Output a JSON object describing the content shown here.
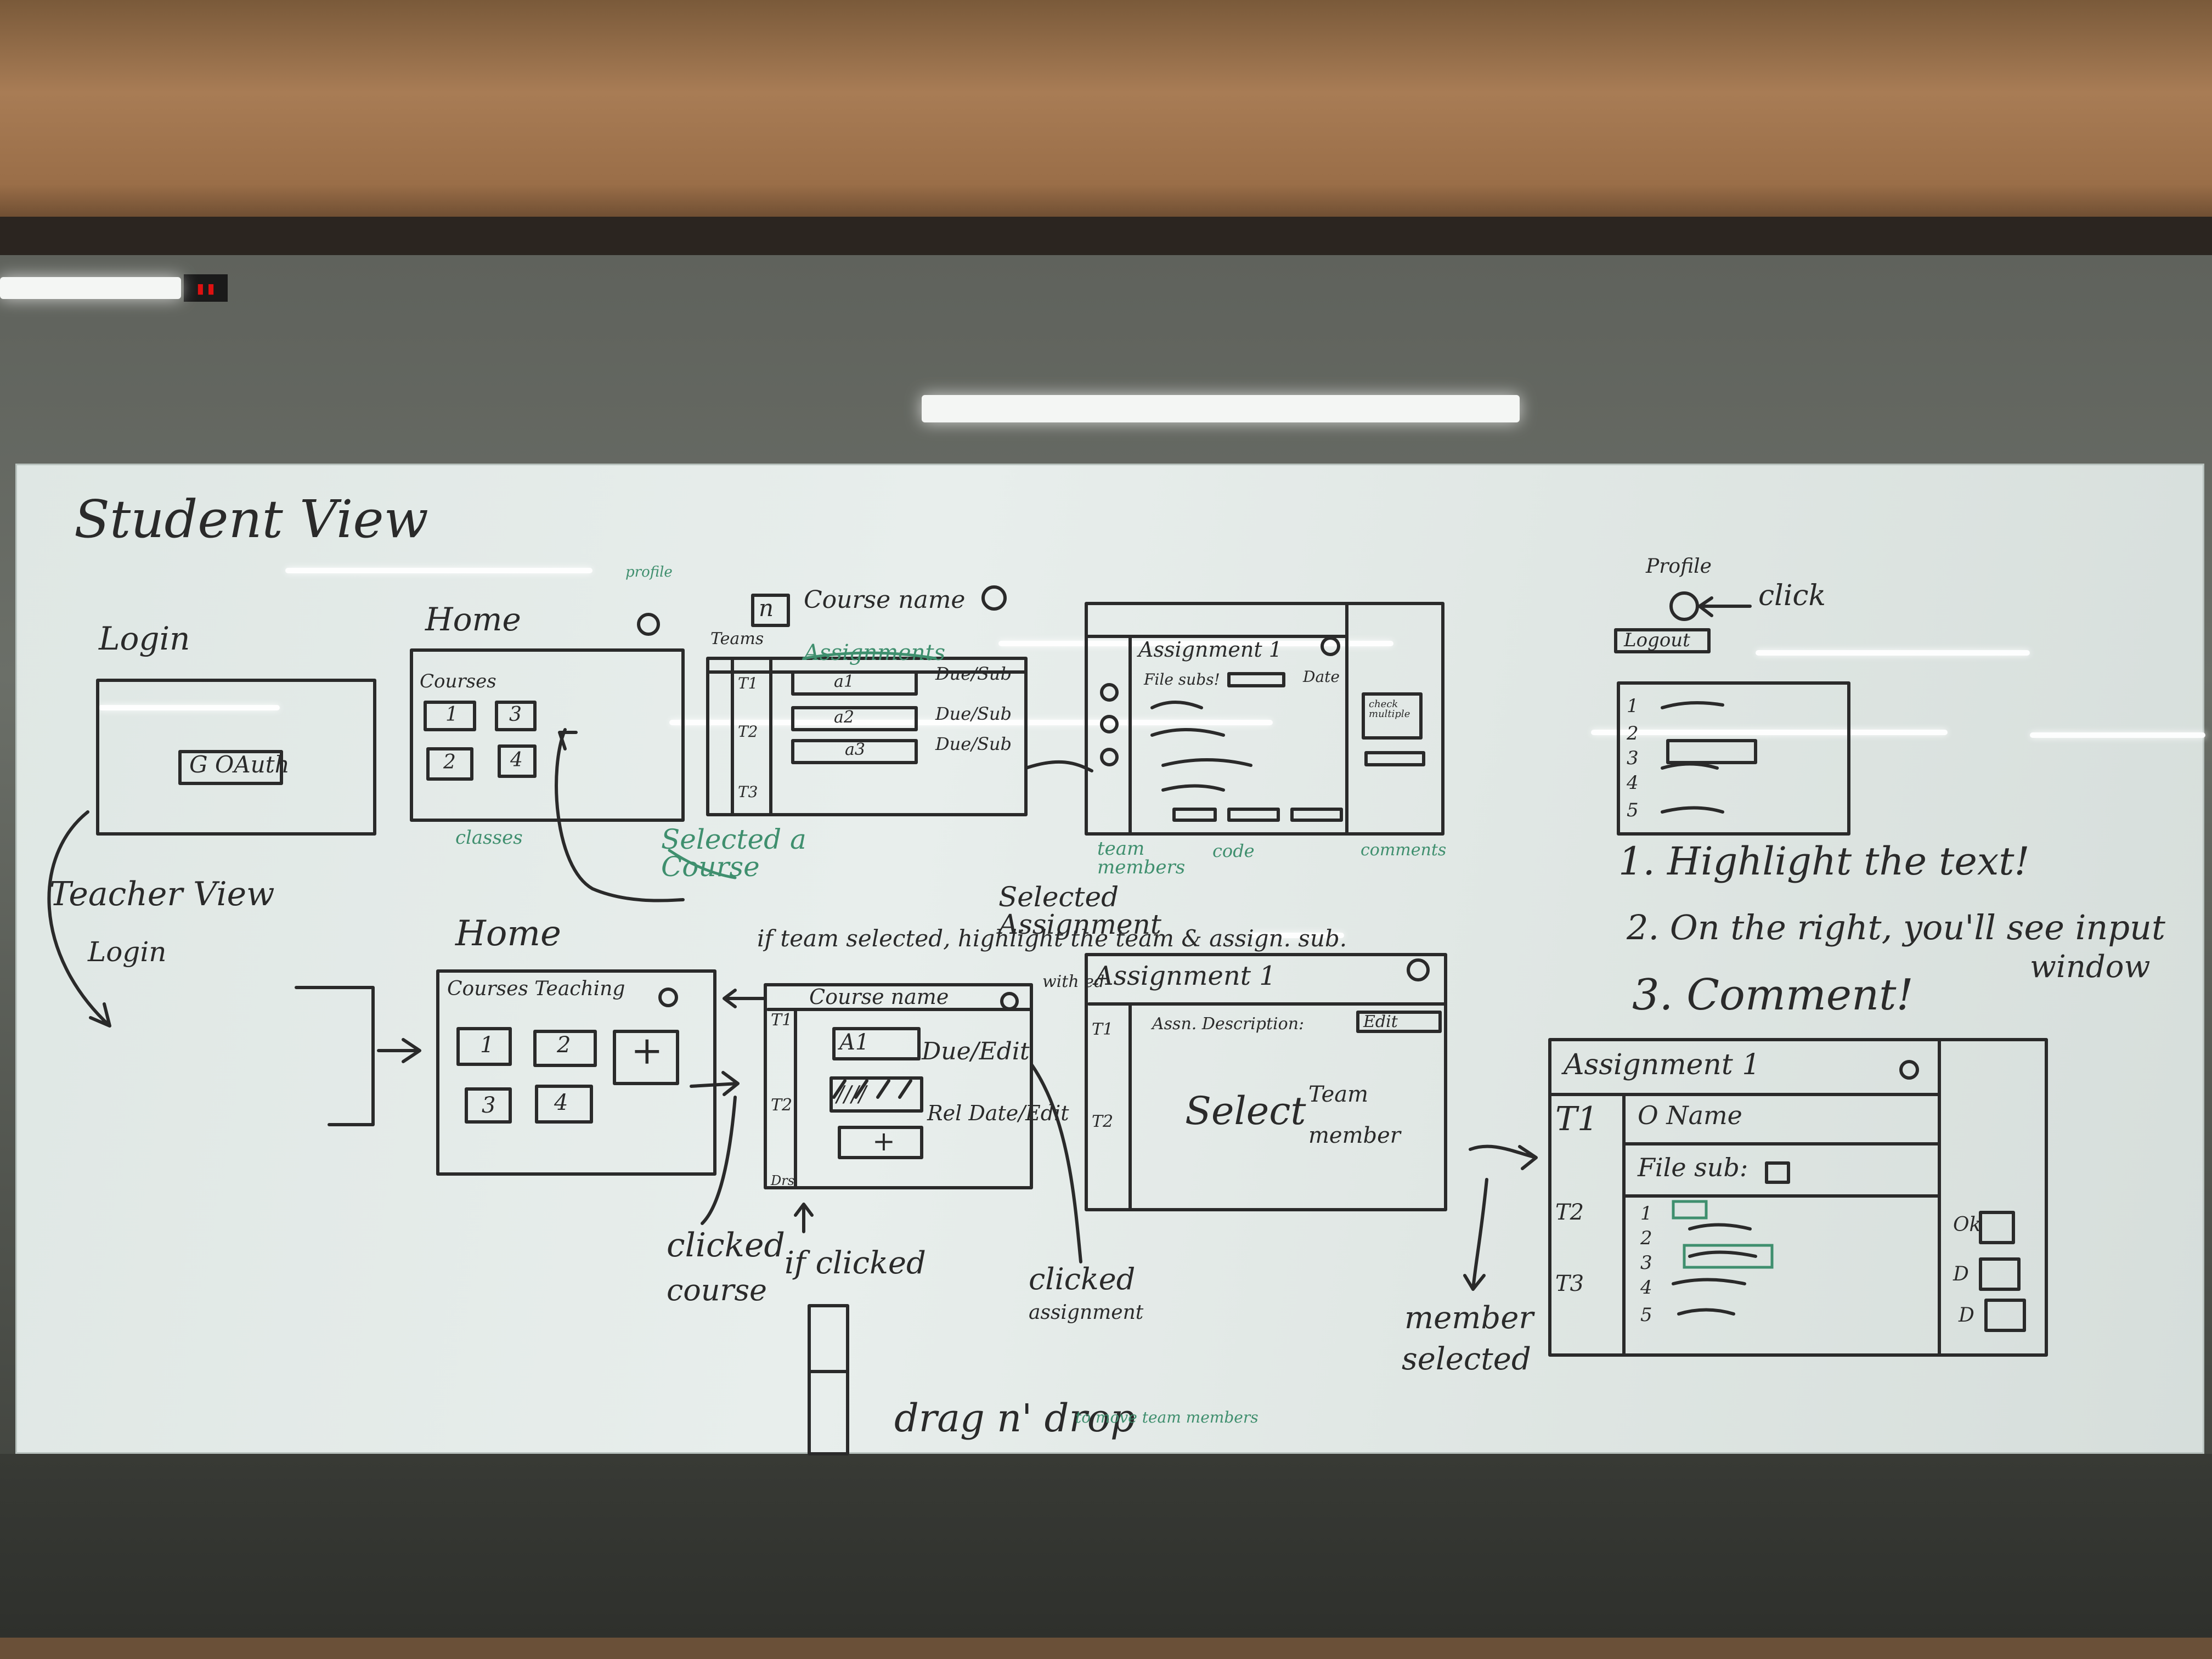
{
  "page_title": "Student View",
  "student": {
    "login": {
      "title": "Login",
      "button": "G OAuth"
    },
    "home": {
      "title": "Home",
      "courses_label": "Courses",
      "course_tiles": [
        "1",
        "3",
        "2",
        "4"
      ],
      "profile_note": "profile",
      "caption": "classes",
      "selected_note": "Selected a Course"
    },
    "course": {
      "icon": "n",
      "name": "Course name",
      "teams_label": "Teams",
      "assignments_label": "Assignments",
      "team_tags": [
        "T1",
        "T2",
        "T3"
      ],
      "assignments": [
        {
          "name": "a1",
          "status": "Due/Sub"
        },
        {
          "name": "a2",
          "status": "Due/Sub"
        },
        {
          "name": "a3",
          "status": "Due/Sub"
        }
      ]
    },
    "assignment": {
      "title": "Assignment 1",
      "file_label": "File subs!",
      "date_label": "Date",
      "side_note": "check multiple",
      "buttons": [
        "",
        "",
        ""
      ],
      "captions": [
        "team members",
        "code",
        "comments"
      ],
      "selected_note": "Selected Assignment"
    },
    "profile": {
      "label": "Profile",
      "click": "click",
      "logout": "Logout",
      "list_numbers": [
        "1",
        "2",
        "3",
        "4",
        "5"
      ]
    },
    "steps": [
      "1. Highlight the text!",
      "2. On the right, you'll see input",
      "window",
      "3. Comment!"
    ]
  },
  "teacher": {
    "view_title": "Teacher View",
    "login": "Login",
    "home": {
      "title": "Home",
      "courses_label": "Courses Teaching",
      "tiles": [
        "1",
        "2",
        "+",
        "3",
        "4"
      ]
    },
    "course": {
      "name": "Course name",
      "note": "if team selected, highlight the team & assign. sub.",
      "note_tail": "with ed",
      "team_tags": [
        "T1",
        "T2",
        "Drs"
      ],
      "rows": [
        {
          "name": "A1",
          "status": "Due/Edit"
        },
        {
          "name": "////",
          "status": "Rel Date/Edit"
        },
        {
          "name": "+",
          "status": ""
        }
      ]
    },
    "assignment": {
      "title": "Assignment 1",
      "description": "Assn. Description:",
      "edit": "Edit",
      "prompt_line1": "Select",
      "prompt_line2": "Team",
      "prompt_line3": "member",
      "team_tags": [
        "T1",
        "T2"
      ]
    },
    "member_view": {
      "title": "Assignment 1",
      "team": "T1",
      "name_label": "O Name",
      "file_label": "File sub:",
      "teams_left": [
        "T2",
        "T3"
      ],
      "list_numbers": [
        "1",
        "2",
        "3",
        "4",
        "5"
      ],
      "check_labels": [
        "Ok",
        "D",
        "D"
      ]
    },
    "captions": {
      "clicked_course_1": "clicked",
      "clicked_course_2": "course",
      "if_clicked": "if clicked",
      "clicked_assignment_1": "clicked",
      "clicked_assignment_2": "assignment",
      "member_1": "member",
      "member_2": "selected",
      "drag": "drag n' drop",
      "drag_note": "to move team members"
    }
  }
}
